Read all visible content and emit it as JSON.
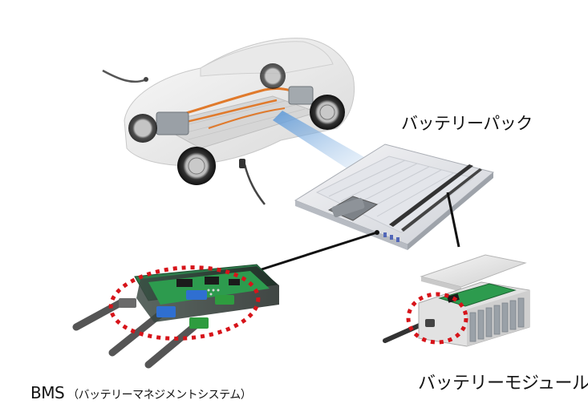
{
  "labels": {
    "battery_pack": "バッテリーパック",
    "battery_module": "バッテリーモジュール",
    "bms_abbrev": "BMS",
    "bms_full": "（バッテリーマネジメントシステム）"
  },
  "colors": {
    "highlight_ring": "#d7141a",
    "connector_line": "#111111",
    "beam": "#7fb2e6",
    "board_green": "#2d9b4e",
    "connector_blue": "#2f6fd1",
    "connector_green": "#2e9c3f",
    "car_body": "#eeeeee",
    "orange_cable": "#e07a2c"
  }
}
